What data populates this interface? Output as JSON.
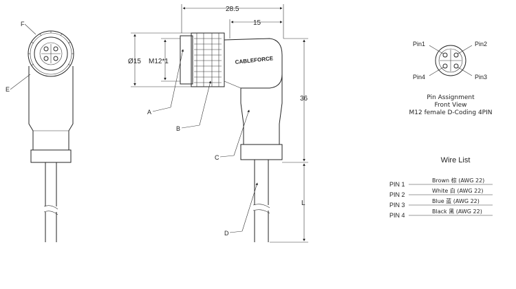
{
  "dimensions": {
    "overall_length": "28.5",
    "body_length": "15",
    "height": "36",
    "diameter": "Ø15",
    "thread": "M12*1",
    "cable_length": "L"
  },
  "callouts": {
    "a": "A",
    "b": "B",
    "c": "C",
    "d": "D",
    "e": "E",
    "f": "F"
  },
  "brand": "CABLEFORCE",
  "pin_diagram": {
    "pin1": "Pin1",
    "pin2": "Pin2",
    "pin3": "Pin3",
    "pin4": "Pin4",
    "caption_line1": "Pin  Assignment",
    "caption_line2": "Front  View",
    "caption_line3": "M12 female D-Coding 4PIN"
  },
  "wire_list": {
    "title": "Wire  List",
    "rows": [
      {
        "pin": "PIN 1",
        "desc": "Brown  棕 (AWG 22)"
      },
      {
        "pin": "PIN 2",
        "desc": "White  白 (AWG 22)"
      },
      {
        "pin": "PIN 3",
        "desc": "Blue   蓝 (AWG 22)"
      },
      {
        "pin": "PIN 4",
        "desc": "Black   黑 (AWG 22)"
      }
    ]
  },
  "colors": {
    "line": "#222222",
    "fill": "#f4f4f4"
  }
}
